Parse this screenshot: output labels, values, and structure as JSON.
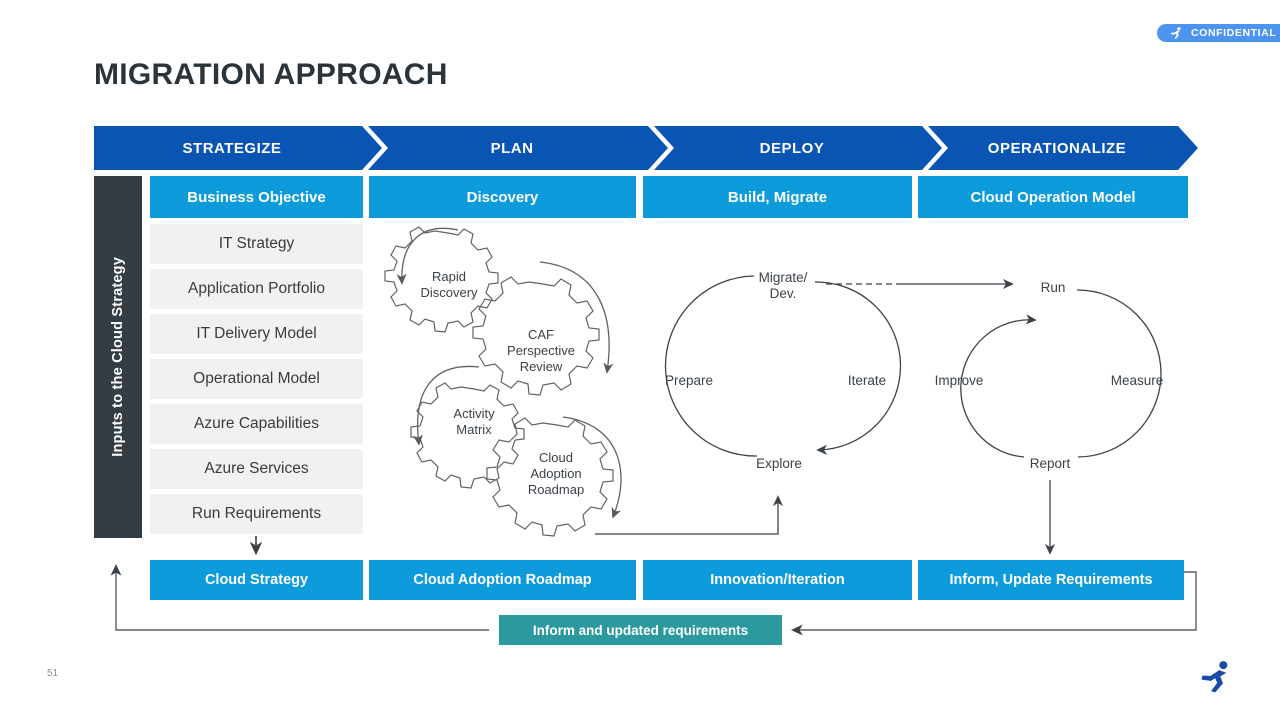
{
  "badge": {
    "label": "CONFIDENTIAL",
    "icon": "running-figure-icon",
    "color": "#4d94f0"
  },
  "page_title": "MIGRATION APPROACH",
  "page_number": "51",
  "colors": {
    "phase_header": "#0a54b4",
    "sub_header": "#0d9bdb",
    "sidebar": "#343c44",
    "list_item": "#f1f1f1",
    "teal": "#2c999e",
    "logo": "#1b4ba8"
  },
  "phases": [
    {
      "label": "STRATEGIZE"
    },
    {
      "label": "PLAN"
    },
    {
      "label": "DEPLOY"
    },
    {
      "label": "OPERATIONALIZE"
    }
  ],
  "sub_headers": [
    {
      "label": "Business Objective"
    },
    {
      "label": "Discovery"
    },
    {
      "label": "Build, Migrate"
    },
    {
      "label": "Cloud Operation Model"
    }
  ],
  "sidebar": {
    "label": "Inputs to the Cloud Strategy",
    "items": [
      {
        "label": "IT Strategy"
      },
      {
        "label": "Application Portfolio"
      },
      {
        "label": "IT Delivery Model"
      },
      {
        "label": "Operational Model"
      },
      {
        "label": "Azure Capabilities"
      },
      {
        "label": "Azure Services"
      },
      {
        "label": "Run Requirements"
      }
    ]
  },
  "gears": [
    {
      "lines": [
        "Rapid",
        "Discovery"
      ]
    },
    {
      "lines": [
        "CAF",
        "Perspective",
        "Review"
      ]
    },
    {
      "lines": [
        "Activity",
        "Matrix"
      ]
    },
    {
      "lines": [
        "Cloud",
        "Adoption",
        "Roadmap"
      ]
    }
  ],
  "deploy_cycle": {
    "nodes": [
      {
        "lines": [
          "Migrate/",
          "Dev."
        ]
      },
      {
        "lines": [
          "Iterate"
        ]
      },
      {
        "lines": [
          "Explore"
        ]
      },
      {
        "lines": [
          "Prepare"
        ]
      }
    ]
  },
  "operate_cycle": {
    "nodes": [
      {
        "lines": [
          "Run"
        ]
      },
      {
        "lines": [
          "Measure"
        ]
      },
      {
        "lines": [
          "Report"
        ]
      },
      {
        "lines": [
          "Improve"
        ]
      }
    ]
  },
  "outcomes": [
    {
      "label": "Cloud Strategy"
    },
    {
      "label": "Cloud Adoption Roadmap"
    },
    {
      "label": "Innovation/Iteration"
    },
    {
      "label": "Inform, Update Requirements"
    }
  ],
  "feedback": {
    "label": "Inform and updated requirements"
  }
}
